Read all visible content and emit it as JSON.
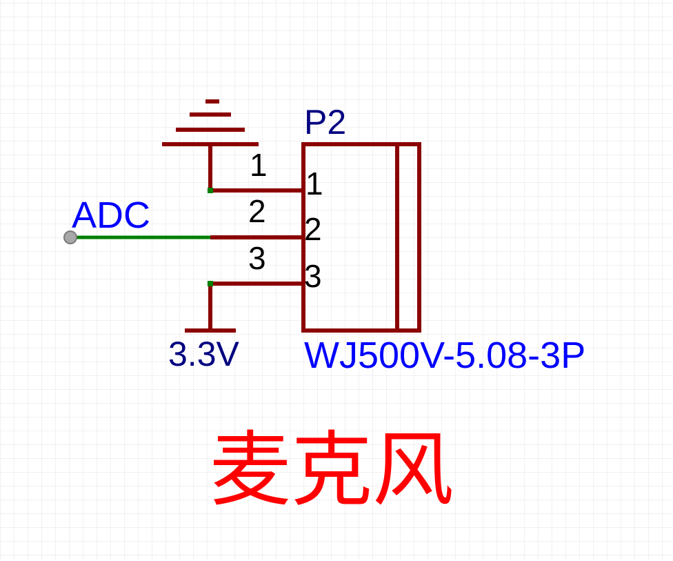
{
  "schematic": {
    "component": {
      "designator": "P2",
      "part_name": "WJ500V-5.08-3P",
      "pins": [
        {
          "num_outer": "1",
          "num_inner": "1"
        },
        {
          "num_outer": "2",
          "num_inner": "2"
        },
        {
          "num_outer": "3",
          "num_inner": "3"
        }
      ]
    },
    "net_labels": {
      "adc": "ADC",
      "power": "3.3V"
    },
    "title": "麦克风",
    "colors": {
      "wire": "#8b0000",
      "net_wire": "#008000",
      "part_label": "#0000ff",
      "designator": "#000080",
      "title": "#ff0000",
      "grid": "#e3e3e3"
    },
    "symbols": [
      "ground-symbol",
      "power-symbol",
      "net-port-dot"
    ]
  }
}
